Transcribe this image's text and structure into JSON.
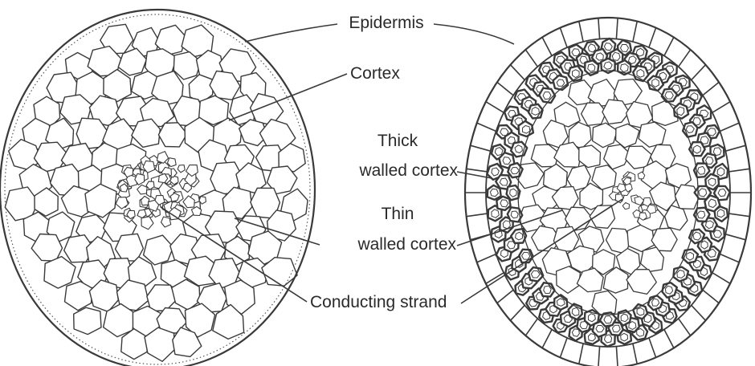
{
  "labels": {
    "epidermis": "Epidermis",
    "cortex": "Cortex",
    "thick_line1": "Thick",
    "thick_line2": "walled cortex",
    "thin_line1": "Thin",
    "thin_line2": "walled cortex",
    "conducting": "Conducting strand"
  },
  "colors": {
    "line": "#3a3a3a",
    "background": "#ffffff"
  }
}
